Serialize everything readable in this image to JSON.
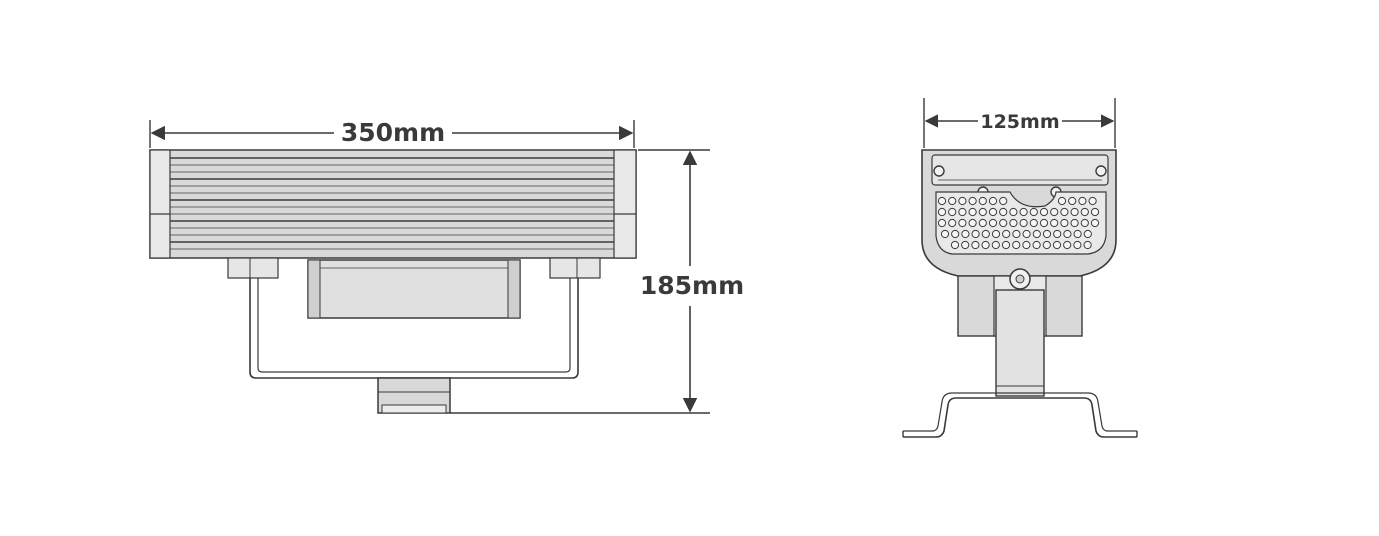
{
  "drawing": {
    "front_view": {
      "width_label": "350mm",
      "height_label": "185mm"
    },
    "side_view": {
      "width_label": "125mm"
    }
  },
  "colors": {
    "line": "#3a3a3a",
    "body_fill": "#d6d6d6",
    "fin_fill": "#e4e4e4",
    "background": "#ffffff"
  }
}
